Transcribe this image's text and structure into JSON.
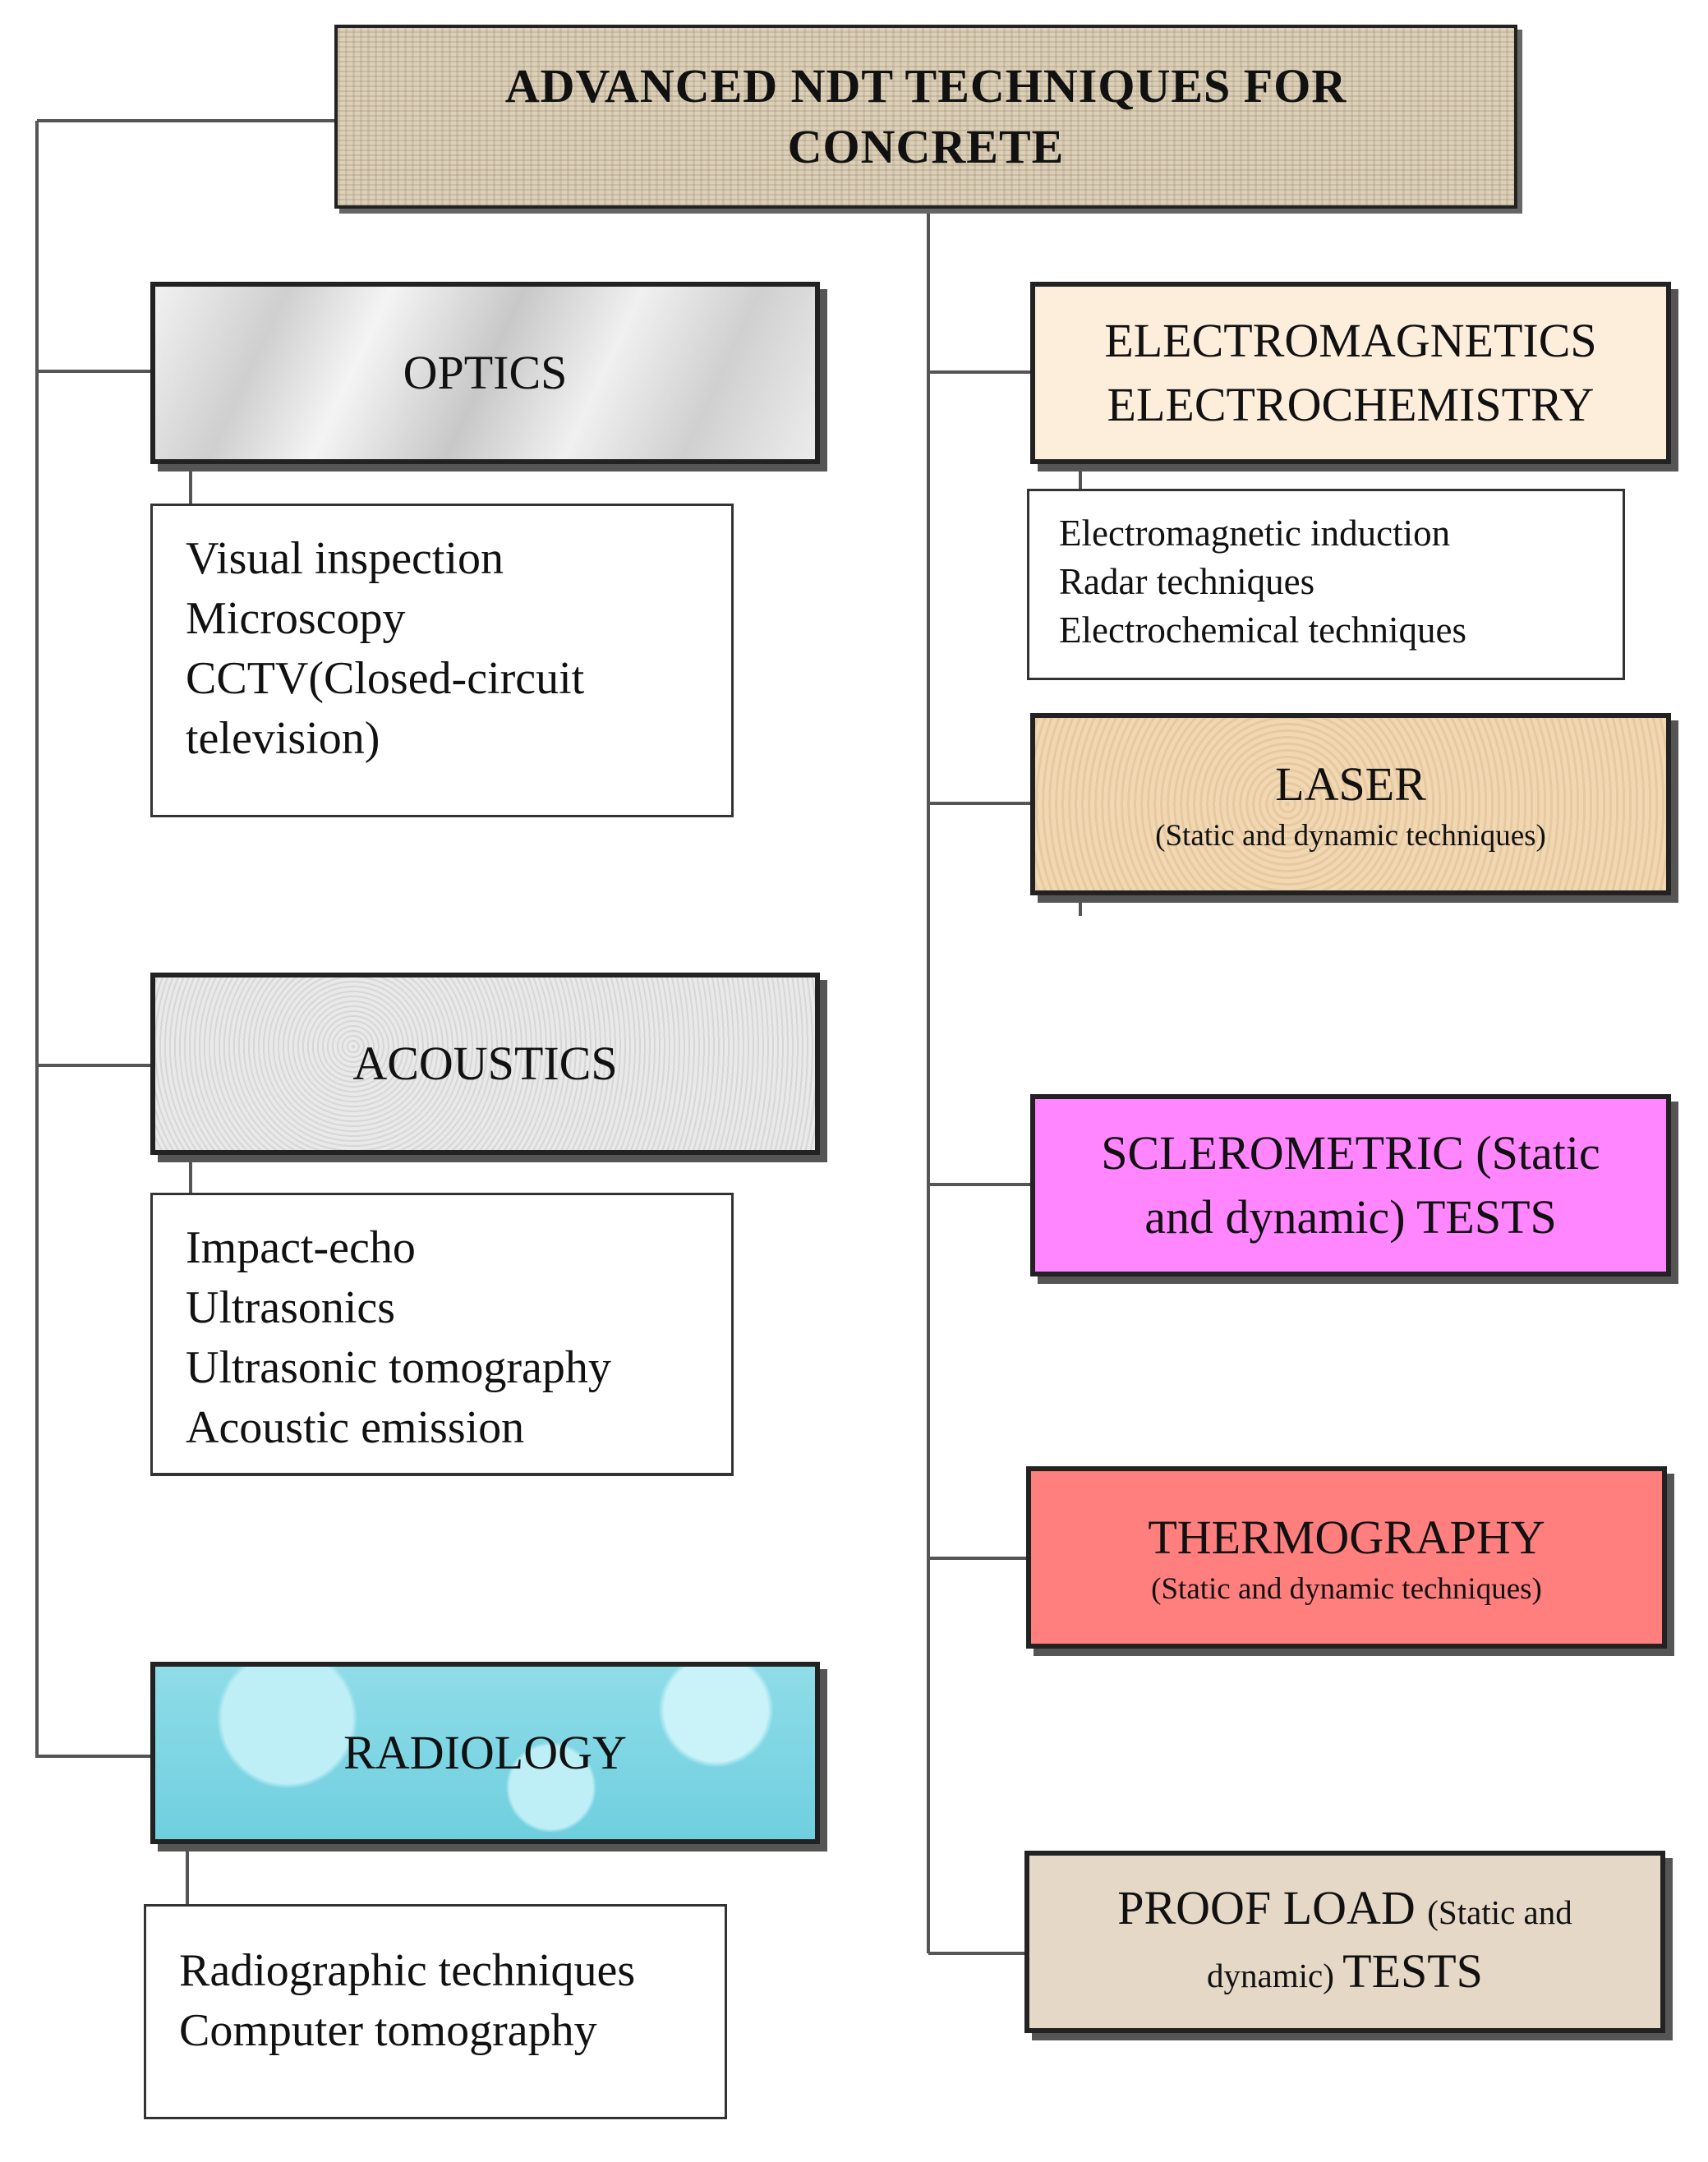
{
  "title": [
    "ADVANCED NDT TECHNIQUES FOR",
    "CONCRETE"
  ],
  "left_branch": [
    {
      "name": "OPTICS",
      "items": [
        "Visual inspection",
        "Microscopy",
        "CCTV(Closed-circuit",
        "television)"
      ]
    },
    {
      "name": "ACOUSTICS",
      "items": [
        "Impact-echo",
        "Ultrasonics",
        "Ultrasonic tomography",
        "Acoustic emission"
      ]
    },
    {
      "name": "RADIOLOGY",
      "items": [
        "Radiographic techniques",
        "Computer tomography"
      ]
    }
  ],
  "right_branch": {
    "electro": {
      "lines": [
        "ELECTROMAGNETICS",
        "ELECTROCHEMISTRY"
      ],
      "items": [
        "Electromagnetic induction",
        "Radar techniques",
        "Electrochemical techniques"
      ]
    },
    "laser": {
      "name": "LASER",
      "sub": "(Static and  dynamic techniques)"
    },
    "sclero": {
      "lines": [
        "SCLEROMETRIC (Static",
        "and  dynamic) TESTS"
      ]
    },
    "thermo": {
      "name": "THERMOGRAPHY",
      "sub": "(Static and  dynamic techniques)"
    },
    "proof": {
      "line1_big": "PROOF LOAD ",
      "line1_small": "(Static and",
      "line2_small": "dynamic) ",
      "line2_big": "TESTS"
    }
  },
  "colors": {
    "sclero": "#ff86ff",
    "thermo": "#ff7e7e",
    "electro": "#fdeedc",
    "laser": "#f1d7b2",
    "proof": "#e6d8c7",
    "radiology": "#8fdce8"
  }
}
